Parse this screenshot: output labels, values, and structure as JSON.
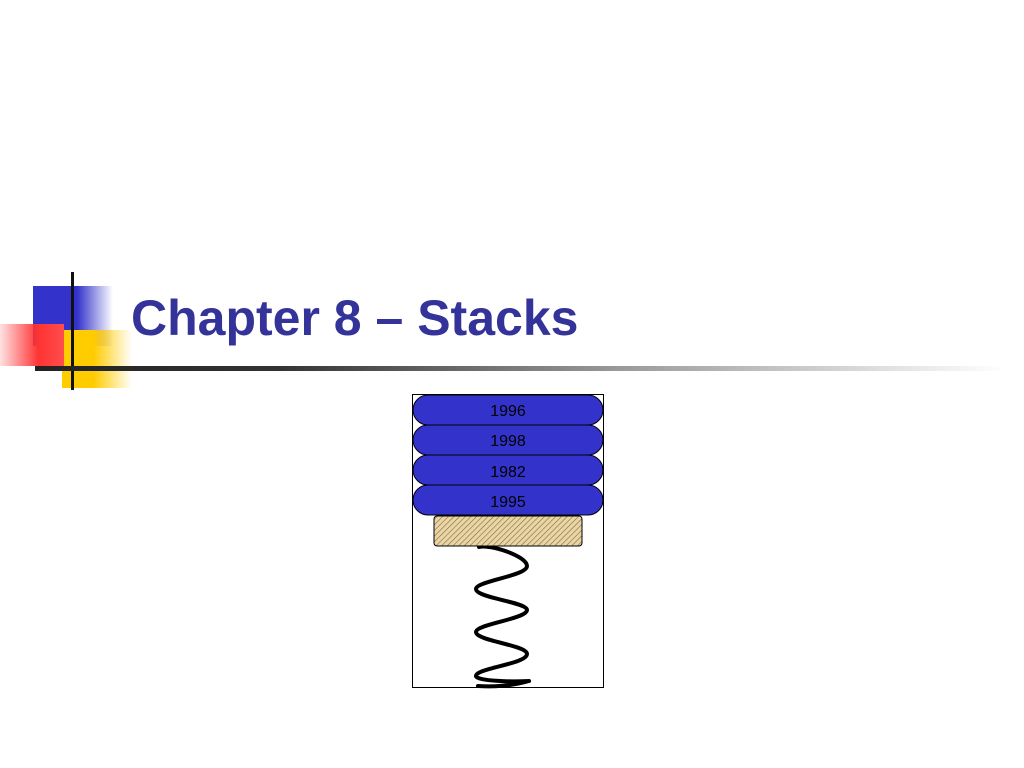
{
  "slide": {
    "title": "Chapter 8 – Stacks"
  },
  "stack": {
    "plates": [
      "1996",
      "1998",
      "1982",
      "1995"
    ]
  },
  "colors": {
    "title": "#333399",
    "plate_fill": "#3333cc",
    "base_fill": "#d9c08c",
    "accent_yellow": "#ffcc00",
    "accent_red": "#ff3333"
  }
}
